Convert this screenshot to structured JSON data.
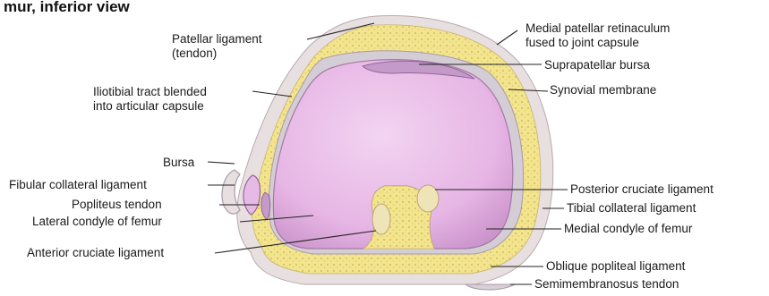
{
  "title": "mur, inferior view",
  "labels": {
    "patellar_ligament": "Patellar ligament",
    "patellar_ligament_sub": "(tendon)",
    "medial_retinaculum": "Medial patellar retinaculum",
    "medial_retinaculum_sub": "fused to joint capsule",
    "suprapatellar_bursa": "Suprapatellar bursa",
    "synovial_membrane": "Synovial membrane",
    "iliotibial_tract": "Iliotibial tract blended",
    "iliotibial_tract_sub": "into articular capsule",
    "bursa": "Bursa",
    "fibular_collateral": "Fibular collateral ligament",
    "popliteus_tendon": "Popliteus tendon",
    "lateral_condyle": "Lateral condyle of femur",
    "anterior_cruciate": "Anterior cruciate ligament",
    "posterior_cruciate": "Posterior cruciate ligament",
    "tibial_collateral": "Tibial collateral ligament",
    "medial_condyle": "Medial condyle of femur",
    "oblique_popliteal": "Oblique popliteal ligament",
    "semimembranosus": "Semimembranosus tendon"
  },
  "colors": {
    "fat": "#f3e58f",
    "fat_dots": "#d9c45a",
    "capsule": "#e7dfe0",
    "condyle": "#e7b9e6",
    "condyle_edge": "#a37aa6",
    "bursa": "#c49ac8",
    "ligament": "#efe3b8"
  }
}
